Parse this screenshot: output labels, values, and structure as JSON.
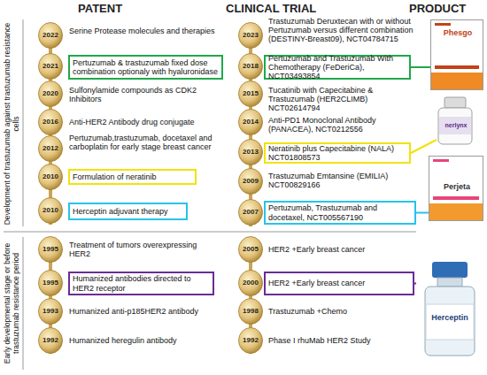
{
  "diagram": {
    "nodes": [
      {
        "text": [
          "2022"
        ]
      },
      {
        "text": [
          "2021"
        ]
      },
      {
        "text": [
          "Pertuzumab & trastuzumab fixed dose combination optionaly with hyaluronidase"
        ]
      },
      {
        "text": [
          "2020"
        ]
      },
      {
        "text": [
          "2016"
        ]
      },
      {
        "text": [
          "2012"
        ]
      },
      {
        "text": [
          "2010"
        ]
      },
      {
        "text": [
          "Formulation of neratinib"
        ]
      },
      {
        "text": [
          "2010"
        ]
      },
      {
        "text": [
          "Herceptin adjuvant therapy"
        ]
      },
      {
        "text": [
          "1995"
        ]
      },
      {
        "text": [
          "1995"
        ]
      },
      {
        "text": [
          "Humanized antibodies directed to HER2 receptor"
        ]
      },
      {
        "text": [
          "1993"
        ]
      },
      {
        "text": [
          "1992"
        ]
      },
      {
        "text": [
          "2023"
        ]
      },
      {
        "text": [
          "2018"
        ]
      },
      {
        "text": [
          "Pertuzumab and Trastuzumab With Chemotherapy (FeDeriCa), NCT03493854"
        ]
      },
      {
        "text": [
          "2015"
        ]
      },
      {
        "text": [
          "2014"
        ]
      },
      {
        "text": [
          "2013"
        ]
      },
      {
        "text": [
          "Neratinib plus Capecitabine (NALA) NCT01808573"
        ]
      },
      {
        "text": [
          "2009"
        ]
      },
      {
        "text": [
          "2007"
        ]
      },
      {
        "text": [
          "Pertuzumab, Trastuzumab and docetaxel, NCT005567190"
        ]
      },
      {
        "text": [
          "2005"
        ]
      },
      {
        "text": [
          "2000"
        ]
      },
      {
        "text": [
          "HER2 +Early breast cancer"
        ]
      },
      {
        "text": [
          "1998"
        ]
      },
      {
        "text": [
          "1992"
        ]
      },
      {
        "text": [
          "Phesgo"
        ]
      },
      {
        "text": [
          "nerlynx"
        ]
      },
      {
        "text": [
          "Perjeta"
        ]
      },
      {
        "text": [
          "Herceptin"
        ]
      }
    ],
    "edges": [
      {
        "from": 17,
        "to": 30,
        "arrow": "none"
      },
      {
        "from": 21,
        "to": 31,
        "arrow": "none"
      },
      {
        "from": 24,
        "to": 32,
        "arrow": "none"
      },
      {
        "from": 27,
        "to": 33,
        "arrow": "none"
      }
    ],
    "labels": [
      "PATENT",
      "CLINICAL TRIAL",
      "PRODUCT",
      "Development of trastuzumab against trastuzumab resistance cells",
      "Early developmental stage or before trastuzumab resistance period",
      "Serine Protease molecules and therapies",
      "Sulfonylamide compounds as CDK2 Inhibitors",
      "Anti-HER2 Antibody drug conjugate",
      "Pertuzumab,trastuzumab, docetaxel and carboplatin for early stage breast cancer",
      "Treatment of tumors overexpressing HER2",
      "Humanized anti-p185HER2 antibody",
      "Humanized heregulin antibody",
      "Trastuzumab Deruxtecan with or without Pertuzumab versus different combination (DESTINY-Breast09), NCT04784715",
      "Tucatinib with Capecitabine & Trastuzumab (HER2CLIMB) NCT02614794",
      "Anti-PD1 Monoclonal Antibody (PANACEA), NCT0212556",
      "Trastuzumab Emtansine (EMILIA) NCT00829166",
      "HER2 +Early breast cancer",
      "Trastuzumab +Chemo",
      "Phase I rhuMab HER2 Study"
    ]
  }
}
